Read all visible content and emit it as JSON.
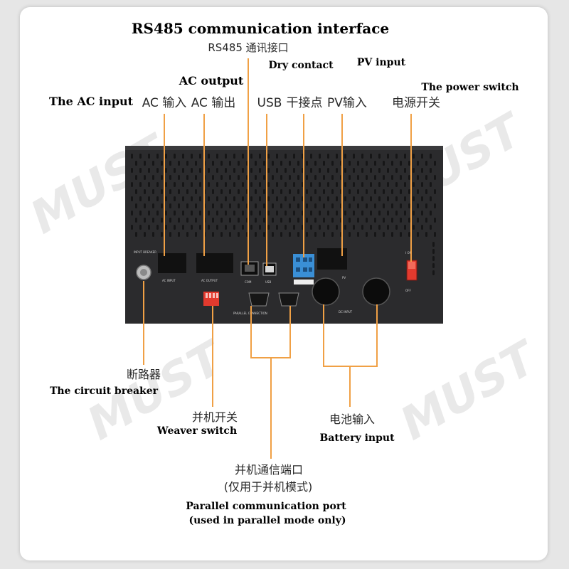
{
  "watermark": "MUST",
  "title": "RS485 communication interface",
  "labels": {
    "rs485_cn": "RS485 通讯接口",
    "dry_contact_en": "Dry contact",
    "pv_input_en": "PV input",
    "ac_output_en": "AC output",
    "power_switch_en": "The power switch",
    "ac_input_en": "The AC input",
    "ac_input_cn": "AC 输入",
    "ac_output_cn": "AC 输出",
    "usb_cn": "USB",
    "dry_contact_cn": "干接点",
    "pv_input_cn": "PV输入",
    "power_switch_cn": "电源开关",
    "breaker_cn": "断路器",
    "breaker_en": "The circuit breaker",
    "parallel_switch_cn": "并机开关",
    "parallel_switch_en": "Weaver switch",
    "battery_cn": "电池输入",
    "battery_en": "Battery input",
    "parallel_port_cn_1": "并机通信端口",
    "parallel_port_cn_2": "(仅用于并机模式)",
    "parallel_port_en_1": "Parallel communication port",
    "parallel_port_en_2": "(used in parallel mode only)"
  },
  "panel_text": {
    "ac_input": "AC INPUT",
    "ac_output": "AC OUTPUT",
    "com": "COM",
    "usb": "USB",
    "pv": "PV",
    "dc_input": "DC INPUT",
    "on": "I ON",
    "off": "OFF",
    "parallel_connection": "PARALLEL CONNECTION",
    "breaker": "INPUT BREAKER"
  },
  "colors": {
    "leader": "#f0a045",
    "panel": "#2b2b2d",
    "terminal_block": "#3a8fd6",
    "switch_red": "#e23a2e"
  }
}
